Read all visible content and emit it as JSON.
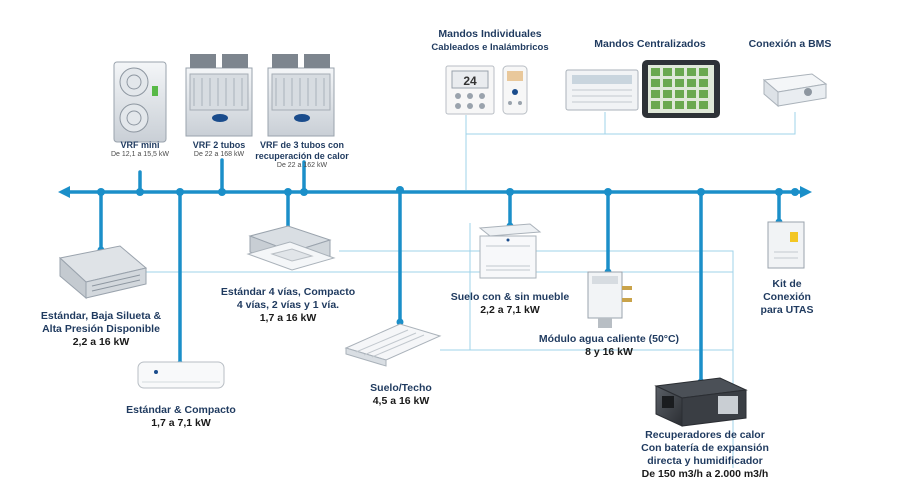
{
  "colors": {
    "bus": "#1b8fc9",
    "thin_line": "#9fd3ea",
    "label": "#1f3a5f",
    "text": "#1a1a1a"
  },
  "outdoor_units": [
    {
      "id": "vrf-mini",
      "label": "VRF mini",
      "range": "De 12,1 a 15,5 kW"
    },
    {
      "id": "vrf-2",
      "label": "VRF 2 tubos",
      "range": "De 22 a 168 kW"
    },
    {
      "id": "vrf-3",
      "label_lines": [
        "VRF de 3 tubos con",
        "recuperación de calor"
      ],
      "range": "De 22 a 162 kW"
    }
  ],
  "controls": {
    "individual": {
      "title": "Mandos Individuales",
      "subtitle": "Cableados e Inalámbricos",
      "display_value": "24"
    },
    "centralized": {
      "title": "Mandos Centralizados"
    },
    "bms": {
      "title": "Conexión a BMS"
    }
  },
  "indoor_units": {
    "ducted": {
      "lines": [
        "Estándar, Baja Silueta &",
        "Alta Presión Disponible"
      ],
      "range": "2,2 a 16 kW"
    },
    "wall": {
      "lines": [
        "Estándar & Compacto"
      ],
      "range": "1,7 a 7,1 kW"
    },
    "cassette": {
      "lines": [
        "Estándar 4 vías, Compacto",
        "4 vías, 2 vías y 1 vía."
      ],
      "range": "1,7 a 16 kW"
    },
    "ceiling": {
      "lines": [
        "Suelo/Techo"
      ],
      "range": "4,5 a 16 kW"
    },
    "floor": {
      "lines": [
        "Suelo con & sin mueble"
      ],
      "range": "2,2 a 7,1 kW"
    },
    "hydro": {
      "lines": [
        "Módulo agua caliente (50°C)"
      ],
      "range": "8 y 16 kW"
    },
    "hrv": {
      "lines": [
        "Recuperadores de calor",
        "Con batería de expansión",
        "directa y humidificador"
      ],
      "range": "De 150 m3/h a 2.000 m3/h"
    },
    "uta": {
      "lines": [
        "Kit de",
        "Conexión",
        "para UTAS"
      ]
    }
  }
}
